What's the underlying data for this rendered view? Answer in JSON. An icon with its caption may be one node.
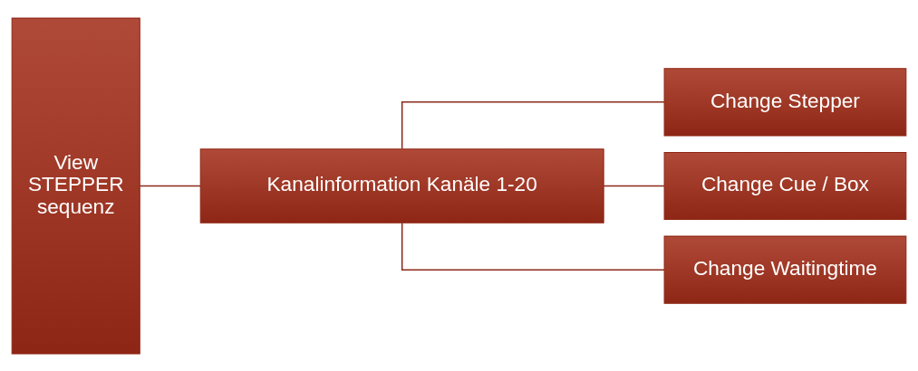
{
  "diagram": {
    "nodes": [
      {
        "text": [
          "View STEPPER sequenz"
        ]
      },
      {
        "text": [
          "Kanalinformation Kanäle 1-20"
        ]
      },
      {
        "text": [
          "Change Stepper"
        ]
      },
      {
        "text": [
          "Change Cue / Box"
        ]
      },
      {
        "text": [
          "Change Waitingtime"
        ]
      }
    ],
    "edges": [
      {
        "from": 0,
        "to": 1,
        "arrow": "none"
      },
      {
        "from": 1,
        "to": 2,
        "arrow": "none"
      },
      {
        "from": 1,
        "to": 3,
        "arrow": "none"
      },
      {
        "from": 1,
        "to": 4,
        "arrow": "none"
      }
    ]
  }
}
